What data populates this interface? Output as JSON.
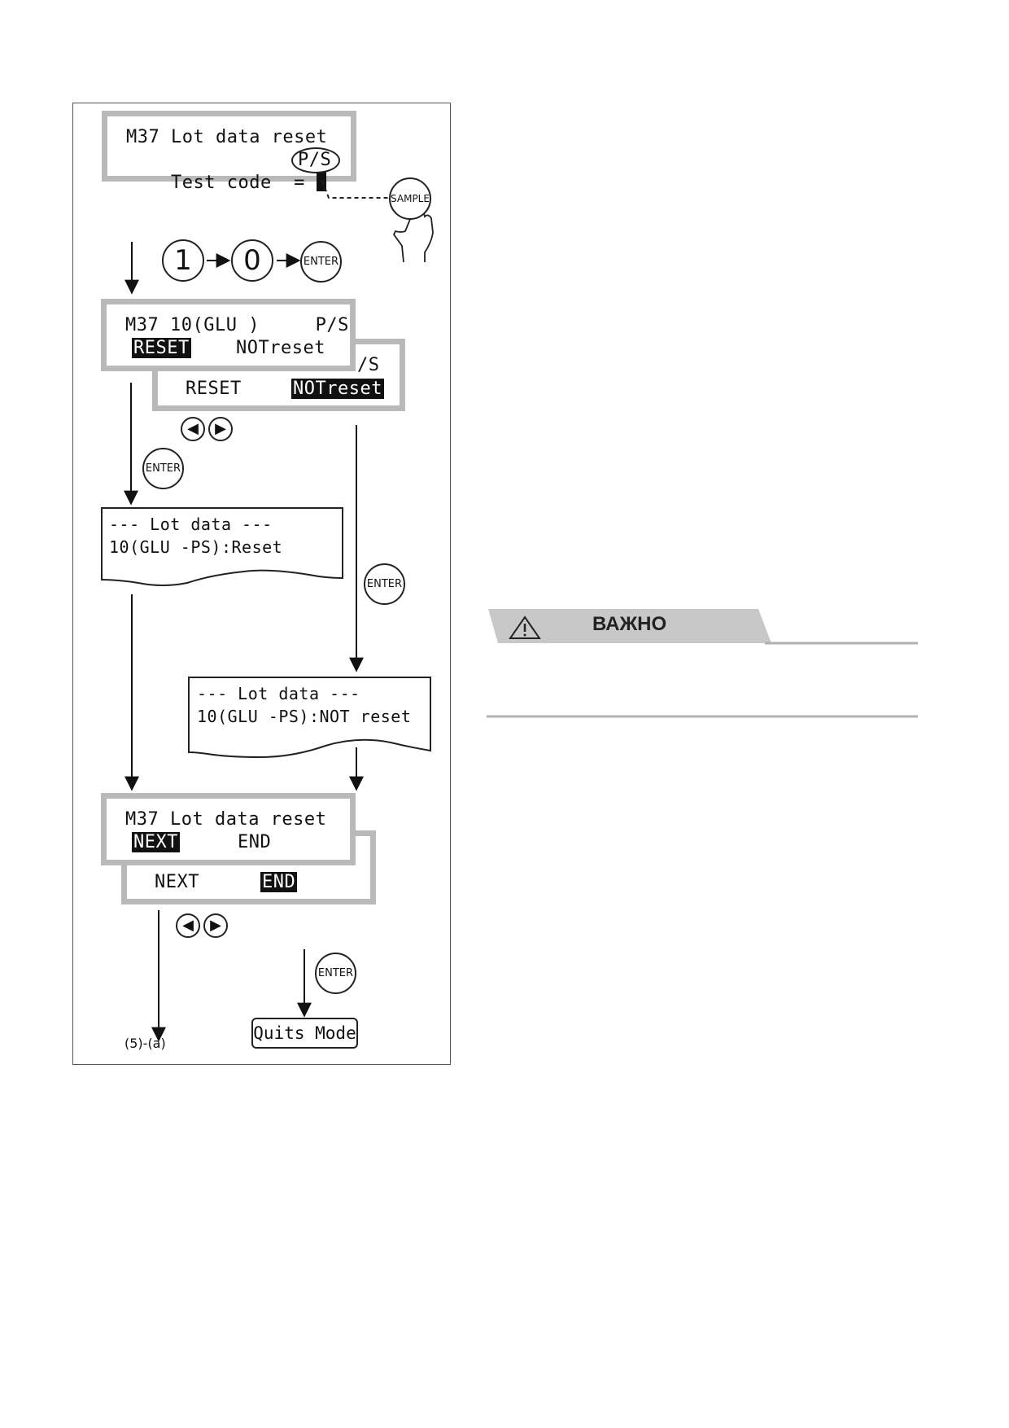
{
  "screen1": {
    "line1": "M37 Lot data reset",
    "line2_label": "Test code  =",
    "ps_label": "P/S"
  },
  "sample_button": {
    "label": "SAMPLE"
  },
  "keys": {
    "one": "1",
    "zero": "0",
    "enter": "ENTER"
  },
  "screen2_front": {
    "line1": "M37 10(GLU )     P/S",
    "reset": "RESET",
    "notreset": "NOTreset"
  },
  "screen2_back": {
    "partial": "/S",
    "reset": "RESET",
    "notreset": "NOTreset"
  },
  "print_reset": {
    "line1": "--- Lot data ---",
    "line2": "10(GLU -PS):Reset"
  },
  "print_notreset": {
    "line1": "--- Lot data ---",
    "line2": "10(GLU -PS):NOT reset"
  },
  "screen3_front": {
    "line1": "M37 Lot data reset",
    "next": "NEXT",
    "end": "END"
  },
  "screen3_back": {
    "next": "NEXT",
    "end": "END"
  },
  "goto_label": "(5)-(a)",
  "quits_label": "Quits Mode",
  "notice": {
    "title": "ВАЖНО"
  },
  "colors": {
    "lcd_border": "#b9b9b9",
    "notice_bar": "#c8c8c8"
  }
}
